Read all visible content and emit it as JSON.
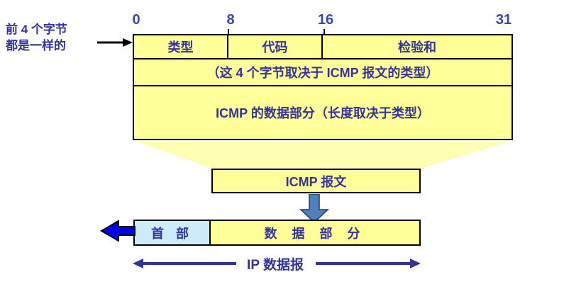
{
  "colors": {
    "box_yellow": "#FFFF99",
    "funnel_yellow": "#FFFFB3",
    "header_light_blue": "#CDEBF8",
    "text_navy": "#333399",
    "bit_number_blue": "#3A46B4",
    "down_arrow_steel_blue": "#4F81BD",
    "left_arrow_bright_blue": "#0000EE",
    "span_arrow_navy": "#333399"
  },
  "annotation": {
    "line1": "前 4 个字节",
    "line2": "都是一样的"
  },
  "bit_scale": {
    "ticks": [
      "0",
      "8",
      "16",
      "31"
    ]
  },
  "icmp_table": {
    "row1": {
      "cells": [
        "类型",
        "代码",
        "检验和"
      ]
    },
    "row2": "（这 4 个字节取决于 ICMP 报文的类型）",
    "row3": "ICMP 的数据部分（长度取决于类型）"
  },
  "icmp_message_label": "ICMP 报文",
  "ip_datagram": {
    "header_label": "首 部",
    "data_label": "数 据 部 分",
    "caption": "IP 数据报"
  }
}
